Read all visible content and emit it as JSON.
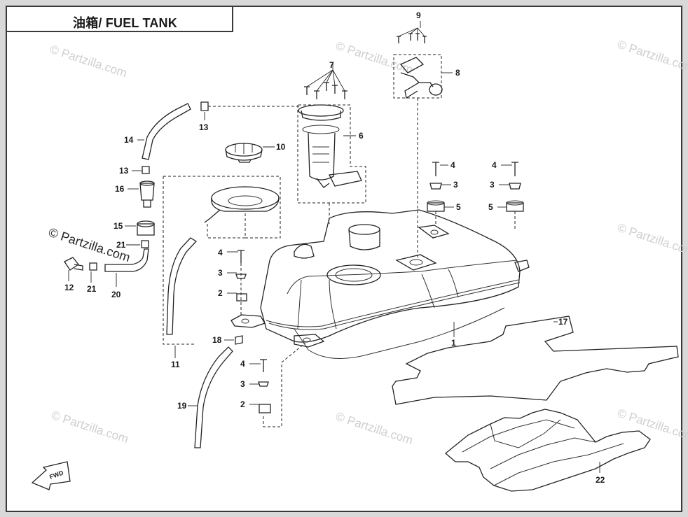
{
  "title": "油箱/ FUEL TANK",
  "watermark": "© Partzilla.com",
  "direction_label": "FWD",
  "callouts": {
    "c1": "1",
    "c2a": "2",
    "c2b": "2",
    "c3a": "3",
    "c3b": "3",
    "c3c": "3",
    "c3d": "3",
    "c4a": "4",
    "c4b": "4",
    "c4c": "4",
    "c4d": "4",
    "c5a": "5",
    "c5b": "5",
    "c6": "6",
    "c7": "7",
    "c8": "8",
    "c9": "9",
    "c10": "10",
    "c11": "11",
    "c12": "12",
    "c13a": "13",
    "c13b": "13",
    "c14": "14",
    "c15": "15",
    "c16": "16",
    "c17": "17",
    "c18": "18",
    "c19": "19",
    "c20": "20",
    "c21a": "21",
    "c21b": "21",
    "c22": "22"
  },
  "colors": {
    "background": "#d9d9d9",
    "paper": "#ffffff",
    "line": "#222222"
  }
}
